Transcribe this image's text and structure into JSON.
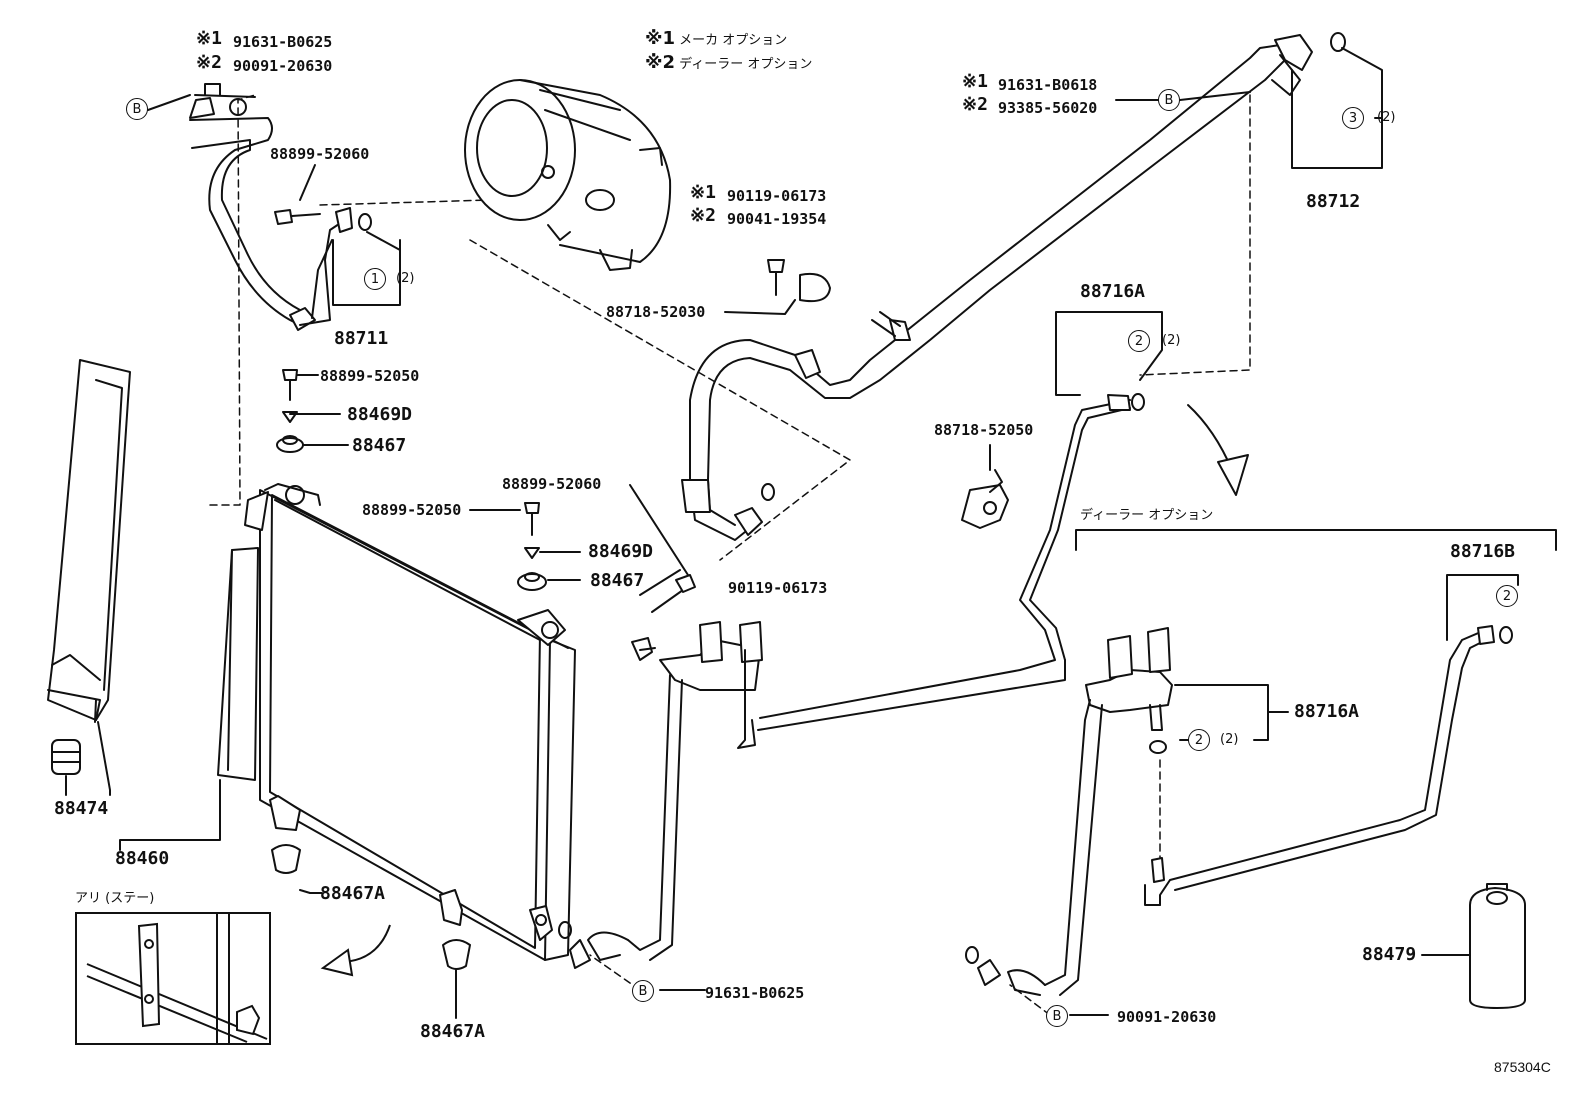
{
  "legend": {
    "opt1_mark": "※1",
    "opt1_text": "メーカ オプション",
    "opt2_mark": "※2",
    "opt2_text": "ディーラー オプション"
  },
  "callouts": {
    "b_mark": "B",
    "c1": "1",
    "c2": "2",
    "c3": "3",
    "qty2": "(2)",
    "star1": "※1",
    "star2": "※2"
  },
  "labels": {
    "tl_s1": "91631-B0625",
    "tl_s2": "90091-20630",
    "p88899_52060_a": "88899-52060",
    "p88711": "88711",
    "p88899_52050_a": "88899-52050",
    "p88469D_a": "88469D",
    "p88467_a": "88467",
    "comp_s1": "90119-06173",
    "comp_s2": "90041-19354",
    "p88718_52030": "88718-52030",
    "tr_s1": "91631-B0618",
    "tr_s2": "93385-56020",
    "p88712": "88712",
    "p88716A_top": "88716A",
    "p88718_52050": "88718-52050",
    "p88899_52050_b": "88899-52050",
    "p88899_52060_b": "88899-52060",
    "p88469D_b": "88469D",
    "p88467_b": "88467",
    "p90119_06173": "90119-06173",
    "dealer_option": "ディーラー オプション",
    "p88716B": "88716B",
    "p88716A_right": "88716A",
    "p88474": "88474",
    "p88460": "88460",
    "p88467A_a": "88467A",
    "p88467A_b": "88467A",
    "inset_title": "アリ (ステー)",
    "p91631_B0625": "91631-B0625",
    "p90091_20630": "90091-20630",
    "p88479": "88479",
    "ref": "875304C"
  }
}
